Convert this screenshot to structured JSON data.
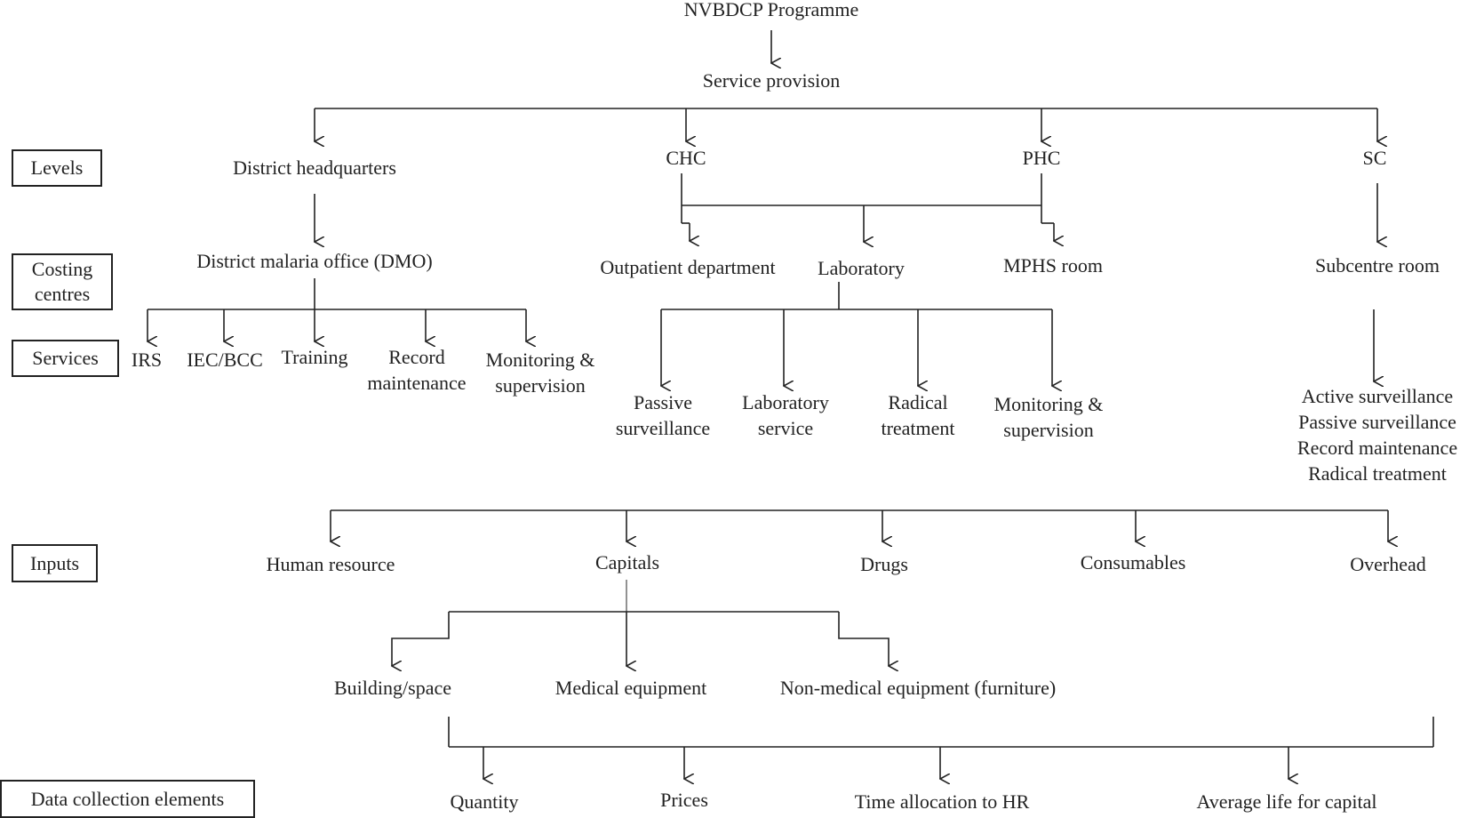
{
  "root": "NVBDCP Programme",
  "service_provision": "Service provision",
  "row_labels": {
    "levels": "Levels",
    "costing_centres_1": "Costing",
    "costing_centres_2": "centres",
    "services": "Services",
    "inputs": "Inputs",
    "data_collection": "Data collection elements"
  },
  "levels": {
    "district_hq": "District headquarters",
    "chc": "CHC",
    "phc": "PHC",
    "sc": "SC"
  },
  "costing_centres": {
    "dmo": "District malaria office (DMO)",
    "opd": "Outpatient department",
    "laboratory": "Laboratory",
    "mphs": "MPHS room",
    "subcentre": "Subcentre room"
  },
  "dmo_services": {
    "irs": "IRS",
    "iec": "IEC/BCC",
    "training": "Training",
    "record_1": "Record",
    "record_2": "maintenance",
    "monitoring_1": "Monitoring &",
    "monitoring_2": "supervision"
  },
  "lab_services": {
    "passive_1": "Passive",
    "passive_2": "surveillance",
    "labservice_1": "Laboratory",
    "labservice_2": "service",
    "radical_1": "Radical",
    "radical_2": "treatment",
    "monitoring_1": "Monitoring &",
    "monitoring_2": "supervision"
  },
  "sc_services": {
    "active": "Active surveillance",
    "passive": "Passive surveillance",
    "record": "Record maintenance",
    "radical": "Radical treatment"
  },
  "inputs": {
    "human_resource": "Human resource",
    "capitals": "Capitals",
    "drugs": "Drugs",
    "consumables": "Consumables",
    "overhead": "Overhead"
  },
  "capitals": {
    "building": "Building/space",
    "medical": "Medical equipment",
    "nonmedical": "Non-medical equipment (furniture)"
  },
  "data_elements": {
    "quantity": "Quantity",
    "prices": "Prices",
    "time_allocation": "Time allocation to HR",
    "average_life": "Average life for capital"
  },
  "colors": {
    "line": "#222222",
    "text": "#222222"
  }
}
